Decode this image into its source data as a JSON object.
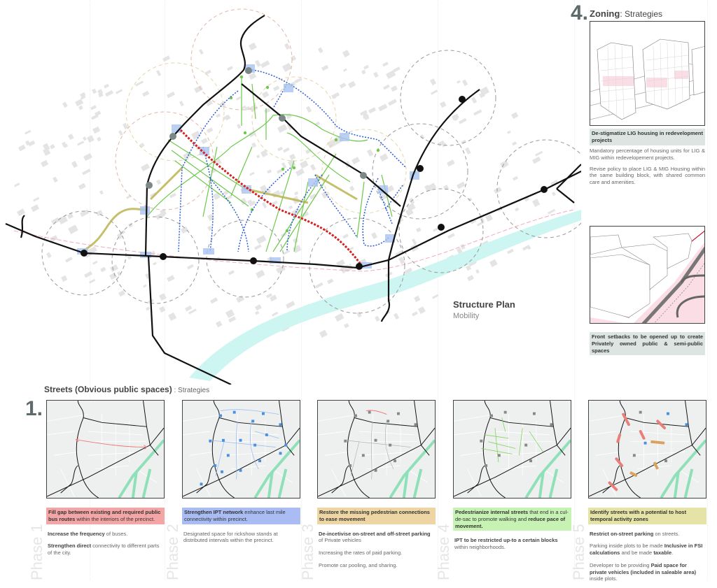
{
  "map": {
    "title": "Structure Plan",
    "subtitle": "Mobility",
    "colors": {
      "road": "#111111",
      "ipt": "#2a5bd7",
      "pedestrian": "#6cc94a",
      "missing_link": "#d62020",
      "river": "#c8f4f0",
      "stop": "#a9c4f0"
    }
  },
  "zoning": {
    "number": "4.",
    "title": "Zoning",
    "title_suffix": ": Strategies",
    "strategy1": {
      "heading": "De-stigmatize LIG housing in redevelopment projects",
      "points": [
        "Mandatory percentage of housing units for LIG & MIG within redevelopement projects.",
        "Revise policy to place LIG & MIG Housing within the same building block, with shared common care and amenities."
      ]
    },
    "strategy2": {
      "heading": "Front setbacks to be opened up to create Privately owned public & semi-public spaces"
    }
  },
  "streets": {
    "number": "1.",
    "title": "Streets (Obvious public spaces)",
    "title_suffix": " : Strategies",
    "phases": [
      {
        "label": "Phase 1",
        "color": "#f4a6a6",
        "heading_bold": "Fill gap between existing and required public bus routes",
        "heading_rest": " within the interiors of the precinct.",
        "points": [
          {
            "bold": "Increase the frequency",
            "rest": " of buses."
          },
          {
            "bold": "Strengthen direct",
            "rest": " connectivity to different parts of the city."
          }
        ]
      },
      {
        "label": "Phase 2",
        "color": "#a9bdf4",
        "heading_bold": "Strengthen IPT network",
        "heading_rest": " enhance last mile connectivity within precinct.",
        "points": [
          {
            "bold": "",
            "rest": "Designated space for rickshow stands at distributed intervals within the precinct."
          }
        ]
      },
      {
        "label": "Phase 3",
        "color": "#eed5a4",
        "heading_bold": "Restore the missing pedestrian connections to ease movement",
        "heading_rest": "",
        "points": [
          {
            "bold": "De-incetivise on-street and off-street parking",
            "rest": " of Private vehicles"
          },
          {
            "bold": "",
            "rest": "Increasing the rates of paid parking."
          },
          {
            "bold": "",
            "rest": "Promote car pooling, and sharing."
          }
        ]
      },
      {
        "label": "Phase 4",
        "color": "#c6f2b4",
        "heading_bold": "Pedestrianize internal streets",
        "heading_rest": " that end in a cul-de-sac to promote walking and ",
        "heading_bold2": "reduce pace of movement.",
        "points": [
          {
            "bold": "IPT to be restricted up-to a certain blocks",
            "rest": " within neighborhoods."
          }
        ]
      },
      {
        "label": "Phase 5",
        "color": "#e6e3a6",
        "heading_bold": "Identify streets with a potential to host temporal activity zones",
        "heading_rest": "",
        "points": [
          {
            "bold": "Restrict on-street parking",
            "rest": " on streets."
          },
          {
            "bold": "",
            "rest": "Parking inside plots to be made ",
            "bold2": "Inclusive in FSI calculations",
            "rest2": " and be made ",
            "bold3": "taxable",
            "rest3": "."
          },
          {
            "bold": "",
            "rest": "Developer to be providing ",
            "bold2": "Paid space for private vehicles (included in saleable area)",
            "rest2": "  inside plots."
          }
        ]
      }
    ]
  }
}
